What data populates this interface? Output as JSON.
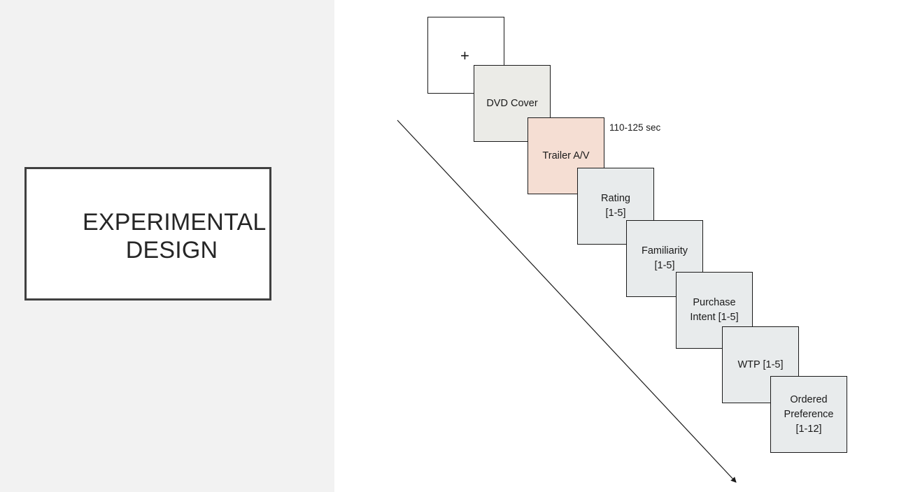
{
  "title": {
    "line1": "EXPERIMENTAL",
    "line2": "DESIGN"
  },
  "timeline": {
    "duration_label": "110-125 sec",
    "arrow_icon": "diagonal-arrow",
    "steps": [
      {
        "label": "+",
        "color": "#ffffff"
      },
      {
        "label": "DVD Cover",
        "color": "#ebebe7"
      },
      {
        "label": "Trailer A/V",
        "color": "#f5ded3"
      },
      {
        "label": "Rating\n[1-5]",
        "color": "#e8ebec"
      },
      {
        "label": "Familiarity\n[1-5]",
        "color": "#e8ebec"
      },
      {
        "label": "Purchase\nIntent [1-5]",
        "color": "#e8ebec"
      },
      {
        "label": "WTP [1-5]",
        "color": "#e8ebec"
      },
      {
        "label": "Ordered\nPreference\n[1-12]",
        "color": "#e8ebec"
      }
    ]
  }
}
